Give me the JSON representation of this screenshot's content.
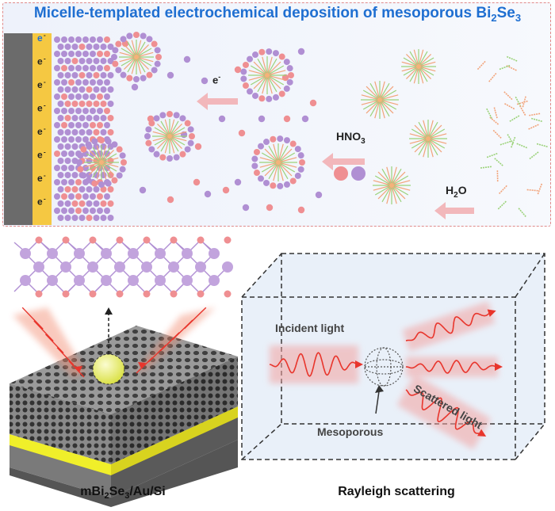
{
  "title": {
    "pre": "Micelle-templated electrochemical deposition of mesoporous Bi",
    "sub1": "2",
    "mid": "Se",
    "sub2": "3"
  },
  "electron": "e",
  "electron_sup": "-",
  "hno3": {
    "base": "HNO",
    "sub": "3"
  },
  "h2o": {
    "pre": "H",
    "sub": "2",
    "post": "O"
  },
  "incident_light": "Incident light",
  "scattered_light": "Scattered light",
  "mesoporous": "Mesoporous",
  "caption_left": {
    "p1": "mBi",
    "s1": "2",
    "p2": "Se",
    "s2": "3",
    "p3": "/Au/Si"
  },
  "caption_right": "Rayleigh scattering",
  "colors": {
    "title": "#1f6fd1",
    "pink": "#ef8f92",
    "purple": "#b08fd3",
    "gold": "#f5c842",
    "electrode": "#6b6b6b",
    "wave": "#e8352c"
  }
}
